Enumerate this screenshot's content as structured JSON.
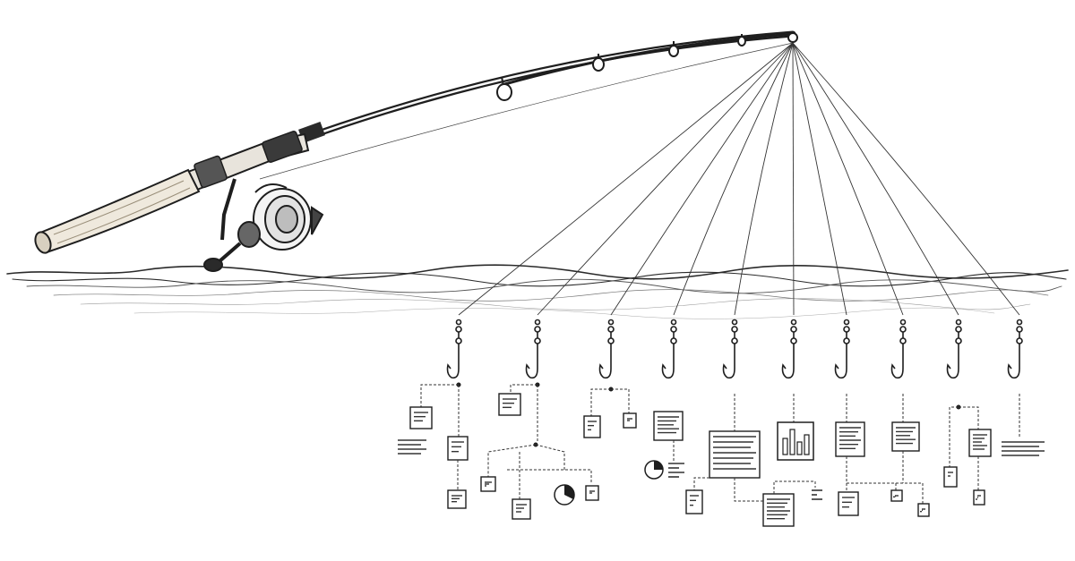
{
  "palette": {
    "ink": "#1e1e1e",
    "soft": "#6b6b6b",
    "paper": "#ffffff",
    "wood": "#f2efe8"
  },
  "illustration": {
    "rod": "fishing-rod",
    "reel": "spinning-reel",
    "water": "water-surface",
    "lines": "fishing-line",
    "hooks": "fish-hook",
    "docs": "document-icon",
    "charts": "chart-icon"
  }
}
